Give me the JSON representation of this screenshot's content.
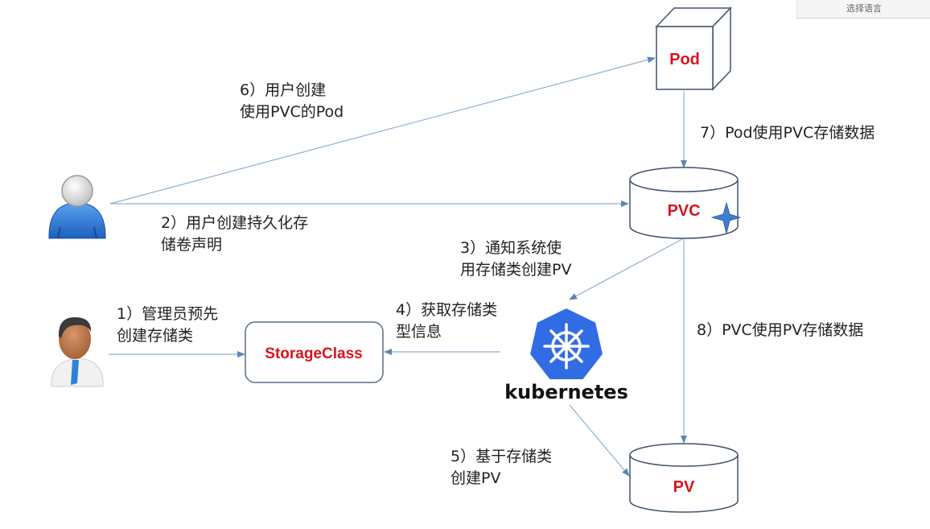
{
  "language_button": "选择语言",
  "nodes": {
    "pod": "Pod",
    "pvc": "PVC",
    "pv": "PV",
    "storageclass": "StorageClass",
    "kubernetes": "kubernetes"
  },
  "steps": {
    "s1": [
      "1）管理员预先",
      "创建存储类"
    ],
    "s2": [
      "2）用户创建持久化存",
      "储卷声明"
    ],
    "s3": [
      "3）通知系统使",
      "用存储类创建PV"
    ],
    "s4": [
      "4）获取存储类",
      "型信息"
    ],
    "s5": [
      "5）基于存储类",
      "创建PV"
    ],
    "s6": [
      "6）用户创建",
      "使用PVC的Pod"
    ],
    "s7": [
      "7）Pod使用PVC存储数据"
    ],
    "s8": [
      "8）PVC使用PV存储数据"
    ]
  },
  "actors": {
    "user": "user-icon",
    "admin": "admin-icon"
  },
  "colors": {
    "node_label": "#d9141c",
    "arrow": "#5b87b5",
    "k8s_blue": "#326ce5",
    "outline": "#41536b"
  }
}
